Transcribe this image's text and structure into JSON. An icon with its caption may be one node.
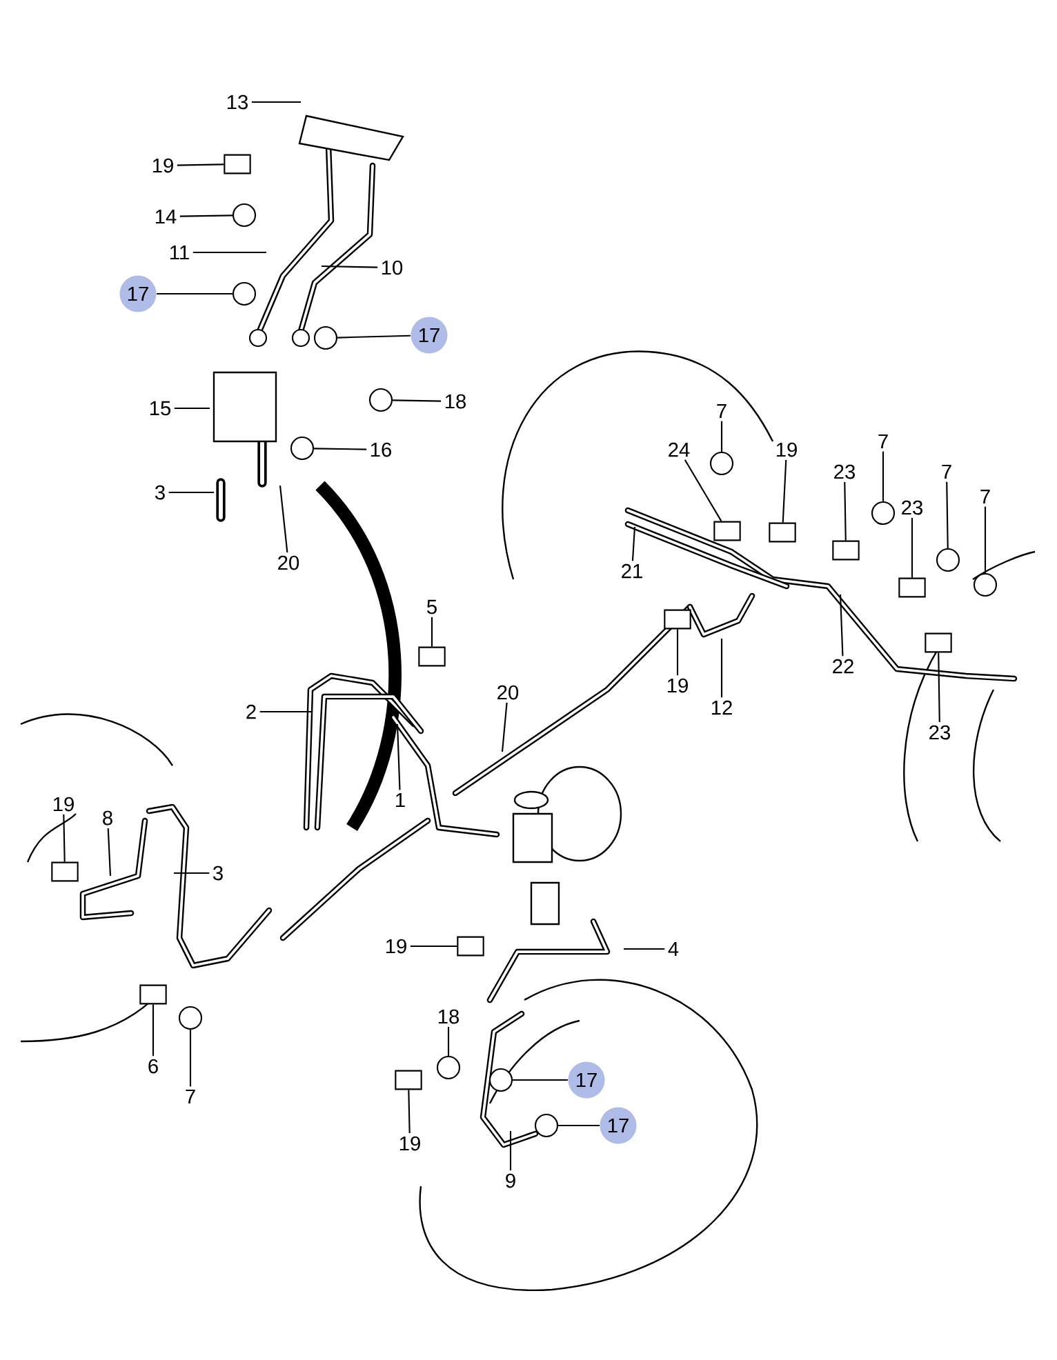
{
  "diagram": {
    "nodes": [
      {
        "text": [
          "13"
        ]
      },
      {
        "text": [
          "19"
        ]
      },
      {
        "text": [
          "14"
        ]
      },
      {
        "text": [
          "11"
        ]
      },
      {
        "text": [
          "10"
        ]
      },
      {
        "text": [
          "17"
        ]
      },
      {
        "text": [
          "17"
        ]
      },
      {
        "text": [
          "15"
        ]
      },
      {
        "text": [
          "18"
        ]
      },
      {
        "text": [
          "16"
        ]
      },
      {
        "text": [
          "3"
        ]
      },
      {
        "text": [
          "20"
        ]
      },
      {
        "text": [
          "24"
        ]
      },
      {
        "text": [
          "7"
        ]
      },
      {
        "text": [
          "19"
        ]
      },
      {
        "text": [
          "23"
        ]
      },
      {
        "text": [
          "7"
        ]
      },
      {
        "text": [
          "23"
        ]
      },
      {
        "text": [
          "7"
        ]
      },
      {
        "text": [
          "7"
        ]
      },
      {
        "text": [
          "21"
        ]
      },
      {
        "text": [
          "22"
        ]
      },
      {
        "text": [
          "19"
        ]
      },
      {
        "text": [
          "12"
        ]
      },
      {
        "text": [
          "23"
        ]
      },
      {
        "text": [
          "5"
        ]
      },
      {
        "text": [
          "2"
        ]
      },
      {
        "text": [
          "20"
        ]
      },
      {
        "text": [
          "1"
        ]
      },
      {
        "text": [
          "19"
        ]
      },
      {
        "text": [
          "8"
        ]
      },
      {
        "text": [
          "3"
        ]
      },
      {
        "text": [
          "19"
        ]
      },
      {
        "text": [
          "4"
        ]
      },
      {
        "text": [
          "6"
        ]
      },
      {
        "text": [
          "7"
        ]
      },
      {
        "text": [
          "18"
        ]
      },
      {
        "text": [
          "17"
        ]
      },
      {
        "text": [
          "17"
        ]
      },
      {
        "text": [
          "19"
        ]
      },
      {
        "text": [
          "9"
        ]
      },
      {
        "text": [],
        "shape": "box"
      },
      {
        "text": [],
        "shape": "circle"
      },
      {
        "text": [],
        "shape": "circle"
      },
      {
        "text": [],
        "shape": "circle"
      },
      {
        "text": [],
        "shape": "circle"
      },
      {
        "text": [],
        "shape": "circle"
      },
      {
        "text": [],
        "shape": "circle"
      },
      {
        "text": [],
        "shape": "circle"
      },
      {
        "text": [],
        "shape": "box"
      },
      {
        "text": [],
        "shape": "box"
      },
      {
        "text": [],
        "shape": "box"
      },
      {
        "text": [],
        "shape": "circle"
      },
      {
        "text": [],
        "shape": "circle"
      },
      {
        "text": [],
        "shape": "box"
      },
      {
        "text": [],
        "shape": "box"
      },
      {
        "text": [],
        "shape": "box"
      },
      {
        "text": [],
        "shape": "box"
      },
      {
        "text": [],
        "shape": "box"
      },
      {
        "text": [],
        "shape": "box"
      },
      {
        "text": [],
        "shape": "box"
      },
      {
        "text": [],
        "shape": "circle"
      },
      {
        "text": [],
        "shape": "circle"
      },
      {
        "text": [],
        "shape": "circle"
      },
      {
        "text": [],
        "shape": "box"
      },
      {
        "text": [],
        "shape": "circle"
      }
    ],
    "edges": [
      {
        "from": 0,
        "to": null,
        "arrow": "none"
      },
      {
        "from": 1,
        "to": 41,
        "arrow": "none"
      },
      {
        "from": 2,
        "to": 42,
        "arrow": "none"
      },
      {
        "from": 3,
        "to": null,
        "arrow": "none"
      },
      {
        "from": 4,
        "to": null,
        "arrow": "none"
      },
      {
        "from": 5,
        "to": 43,
        "arrow": "none"
      },
      {
        "from": 6,
        "to": 44,
        "arrow": "none"
      },
      {
        "from": 7,
        "to": null,
        "arrow": "none"
      },
      {
        "from": 8,
        "to": 45,
        "arrow": "none"
      },
      {
        "from": 9,
        "to": 46,
        "arrow": "none"
      },
      {
        "from": 10,
        "to": null,
        "arrow": "none"
      },
      {
        "from": 11,
        "to": null,
        "arrow": "none"
      },
      {
        "from": 12,
        "to": 49,
        "arrow": "none"
      },
      {
        "from": 13,
        "to": 47,
        "arrow": "none"
      },
      {
        "from": 14,
        "to": 50,
        "arrow": "none"
      },
      {
        "from": 15,
        "to": 51,
        "arrow": "none"
      },
      {
        "from": 16,
        "to": 48,
        "arrow": "none"
      },
      {
        "from": 17,
        "to": 54,
        "arrow": "none"
      },
      {
        "from": 18,
        "to": 52,
        "arrow": "none"
      },
      {
        "from": 19,
        "to": 53,
        "arrow": "none"
      },
      {
        "from": 20,
        "to": null,
        "arrow": "none"
      },
      {
        "from": 21,
        "to": null,
        "arrow": "none"
      },
      {
        "from": 22,
        "to": 55,
        "arrow": "none"
      },
      {
        "from": 23,
        "to": null,
        "arrow": "none"
      },
      {
        "from": 24,
        "to": 56,
        "arrow": "none"
      },
      {
        "from": 25,
        "to": 57,
        "arrow": "none"
      },
      {
        "from": 26,
        "to": null,
        "arrow": "none"
      },
      {
        "from": 27,
        "to": null,
        "arrow": "none"
      },
      {
        "from": 28,
        "to": null,
        "arrow": "none"
      },
      {
        "from": 29,
        "to": 58,
        "arrow": "none"
      },
      {
        "from": 30,
        "to": null,
        "arrow": "none"
      },
      {
        "from": 31,
        "to": null,
        "arrow": "none"
      },
      {
        "from": 32,
        "to": 59,
        "arrow": "none"
      },
      {
        "from": 33,
        "to": null,
        "arrow": "none"
      },
      {
        "from": 34,
        "to": 60,
        "arrow": "none"
      },
      {
        "from": 35,
        "to": 61,
        "arrow": "none"
      },
      {
        "from": 36,
        "to": 62,
        "arrow": "none"
      },
      {
        "from": 37,
        "to": 63,
        "arrow": "none"
      },
      {
        "from": 38,
        "to": 65,
        "arrow": "none"
      },
      {
        "from": 39,
        "to": 64,
        "arrow": "none"
      },
      {
        "from": 40,
        "to": null,
        "arrow": "none"
      }
    ]
  }
}
